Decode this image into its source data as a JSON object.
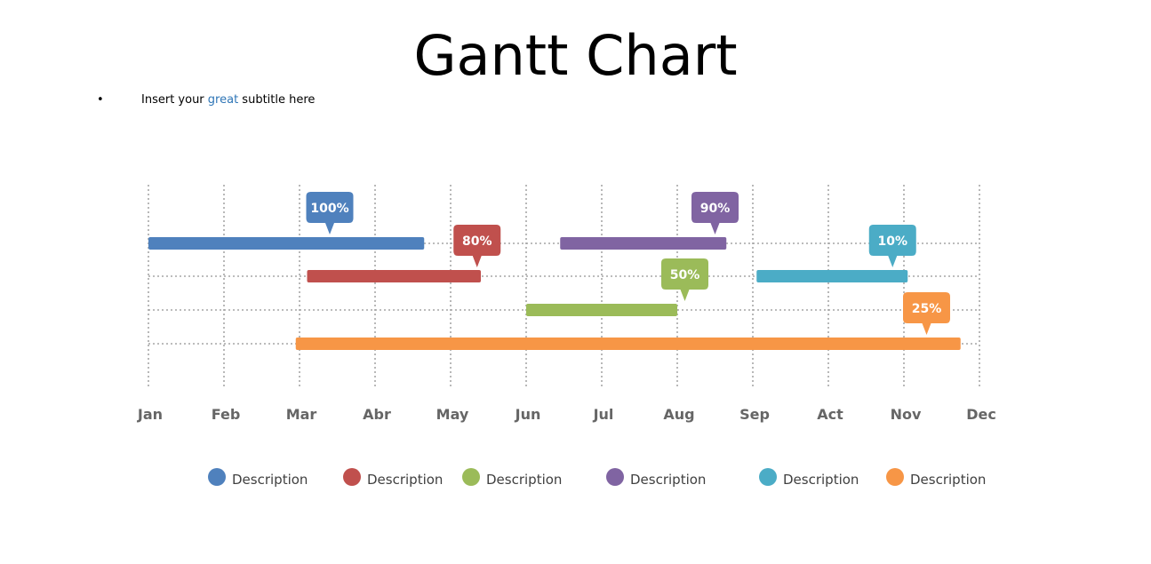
{
  "title": "Gantt Chart",
  "subtitle": {
    "bullet": "•",
    "before": "Insert your ",
    "highlight": "great",
    "after": " subtitle here"
  },
  "chart_data": {
    "type": "gantt",
    "months": [
      "Jan",
      "Feb",
      "Mar",
      "Abr",
      "May",
      "Jun",
      "Jul",
      "Aug",
      "Sep",
      "Act",
      "Nov",
      "Dec"
    ],
    "tasks": [
      {
        "row": 0,
        "start": 0.0,
        "end": 3.65,
        "percent": "100%",
        "label_at": 2.4,
        "color": "#4f81bd",
        "legend": "Description"
      },
      {
        "row": 1,
        "start": 2.1,
        "end": 4.4,
        "percent": "80%",
        "label_at": 4.35,
        "color": "#c0504d",
        "legend": "Description"
      },
      {
        "row": 2,
        "start": 5.0,
        "end": 7.0,
        "percent": "50%",
        "label_at": 7.1,
        "color": "#9bbb59",
        "legend": "Description"
      },
      {
        "row": 0,
        "start": 5.45,
        "end": 7.65,
        "percent": "90%",
        "label_at": 7.5,
        "color": "#8064a2",
        "legend": "Description"
      },
      {
        "row": 1,
        "start": 8.05,
        "end": 10.05,
        "percent": "10%",
        "label_at": 9.85,
        "color": "#4bacc6",
        "legend": "Description"
      },
      {
        "row": 3,
        "start": 1.95,
        "end": 10.75,
        "percent": "25%",
        "label_at": 10.3,
        "color": "#f79646",
        "legend": "Description"
      }
    ],
    "legend": {
      "items": [
        {
          "label": "Description",
          "color": "#4f81bd"
        },
        {
          "label": "Description",
          "color": "#c0504d"
        },
        {
          "label": "Description",
          "color": "#9bbb59"
        },
        {
          "label": "Description",
          "color": "#8064a2"
        },
        {
          "label": "Description",
          "color": "#4bacc6"
        },
        {
          "label": "Description",
          "color": "#f79646"
        }
      ]
    },
    "grid": true
  }
}
